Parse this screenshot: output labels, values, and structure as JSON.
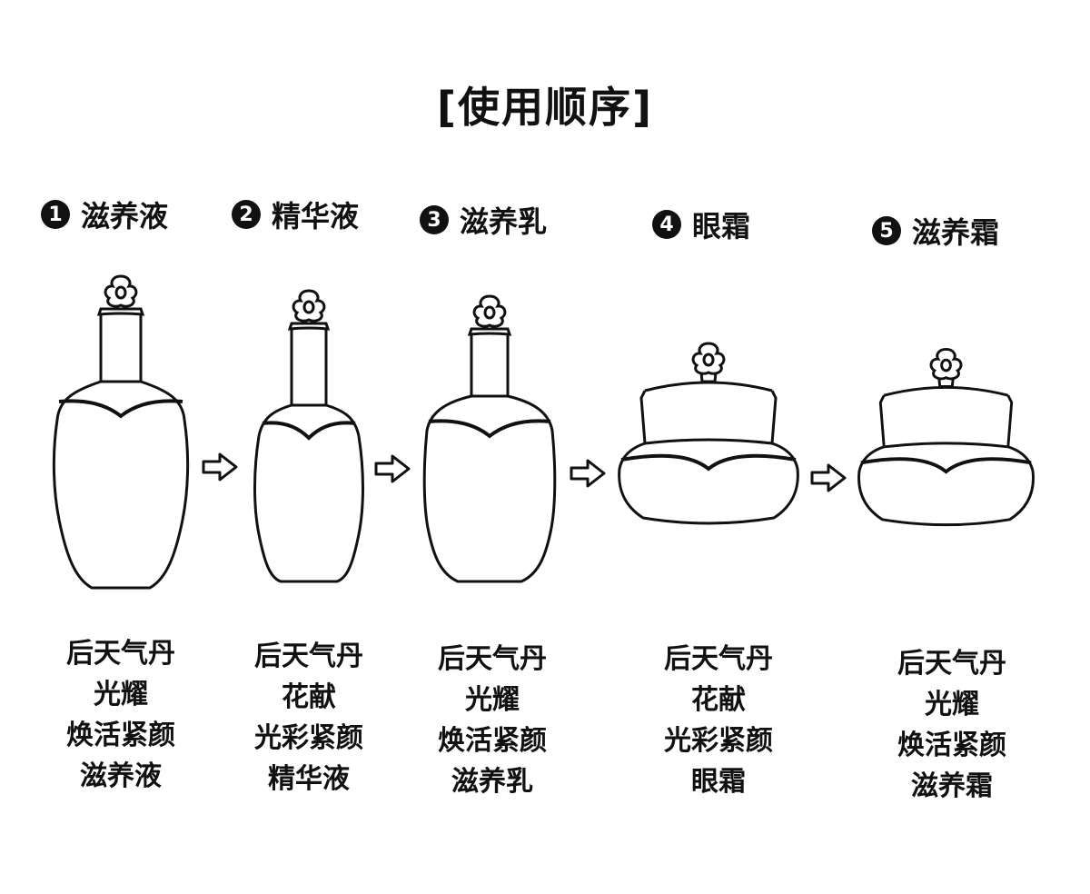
{
  "title": "[使用顺序]",
  "steps": [
    {
      "number": "1",
      "name": "滋养液",
      "icon": "tall-bottle-icon",
      "lines": [
        "后天气丹",
        "光耀",
        "焕活紧颜",
        "滋养液"
      ]
    },
    {
      "number": "2",
      "name": "精华液",
      "icon": "slim-bottle-icon",
      "lines": [
        "后天气丹",
        "花献",
        "光彩紧颜",
        "精华液"
      ]
    },
    {
      "number": "3",
      "name": "滋养乳",
      "icon": "round-bottle-icon",
      "lines": [
        "后天气丹",
        "光耀",
        "焕活紧颜",
        "滋养乳"
      ]
    },
    {
      "number": "4",
      "name": "眼霜",
      "icon": "cream-jar-icon",
      "lines": [
        "后天气丹",
        "花献",
        "光彩紧颜",
        "眼霜"
      ]
    },
    {
      "number": "5",
      "name": "滋养霜",
      "icon": "cream-jar-icon",
      "lines": [
        "后天气丹",
        "光耀",
        "焕活紧颜",
        "滋养霜"
      ]
    }
  ],
  "arrow_icon": "right-arrow-icon"
}
